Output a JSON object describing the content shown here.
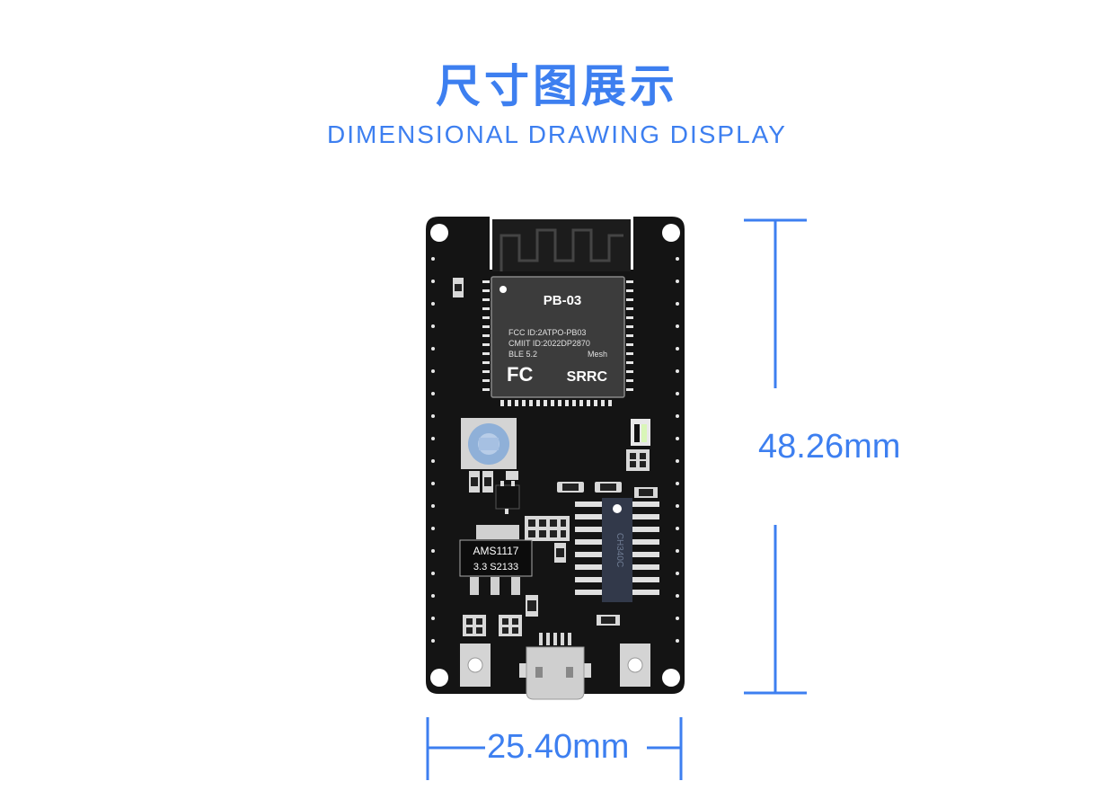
{
  "header": {
    "title": "尺寸图展示",
    "subtitle": "DIMENSIONAL DRAWING DISPLAY"
  },
  "dimensions": {
    "height_label": "48.26mm",
    "width_label": "25.40mm"
  },
  "module": {
    "model": "PB-03",
    "fcc_id": "FCC ID:2ATPO-PB03",
    "cmiit_id": "CMIIT ID:2022DP2870",
    "ble": "BLE 5.2",
    "mesh": "Mesh",
    "fc_logo": "FC",
    "srrc_logo": "SRRC"
  },
  "regulator": {
    "line1": "AMS1117",
    "line2": "3.3  S2133"
  },
  "usb_chip": {
    "marking": "CH340C"
  },
  "colors": {
    "accent": "#3d7ff0",
    "pcb": "#141414",
    "shield": "#3c3c3c",
    "led_green": "#d9f6b8"
  }
}
